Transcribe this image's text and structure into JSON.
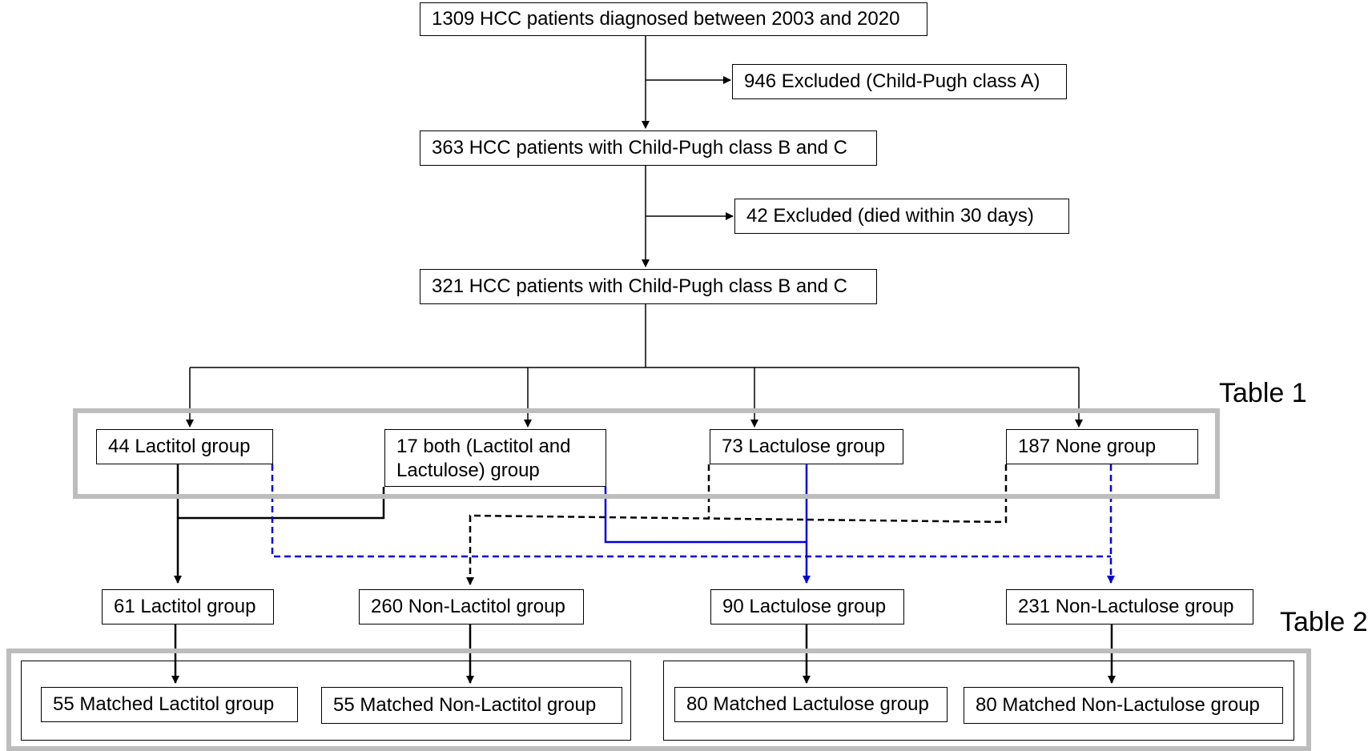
{
  "boxes": {
    "start": "1309 HCC patients diagnosed between 2003 and 2020",
    "excluded1": "946 Excluded (Child-Pugh class A)",
    "cohort1": "363 HCC patients with Child-Pugh class B and C",
    "excluded2": "42 Excluded (died within 30 days)",
    "cohort2": "321 HCC patients with Child-Pugh class B and C",
    "lactitol": "44 Lactitol group",
    "both": "17 both (Lactitol and Lactulose) group",
    "lactulose": "73 Lactulose group",
    "none": "187 None group",
    "lactitol_total": "61 Lactitol group",
    "non_lactitol": "260 Non-Lactitol group",
    "lactulose_total": "90 Lactulose group",
    "non_lactulose": "231 Non-Lactulose group",
    "matched_lactitol": "55 Matched Lactitol group",
    "matched_non_lactitol": "55 Matched Non-Lactitol group",
    "matched_lactulose": "80 Matched Lactulose group",
    "matched_non_lactulose": "80 Matched Non-Lactulose group"
  },
  "captions": {
    "table1": "Table 1",
    "table2": "Table 2"
  },
  "colors": {
    "line": "#000000",
    "blue": "#0000dd",
    "frame": "#bdbdbd"
  }
}
